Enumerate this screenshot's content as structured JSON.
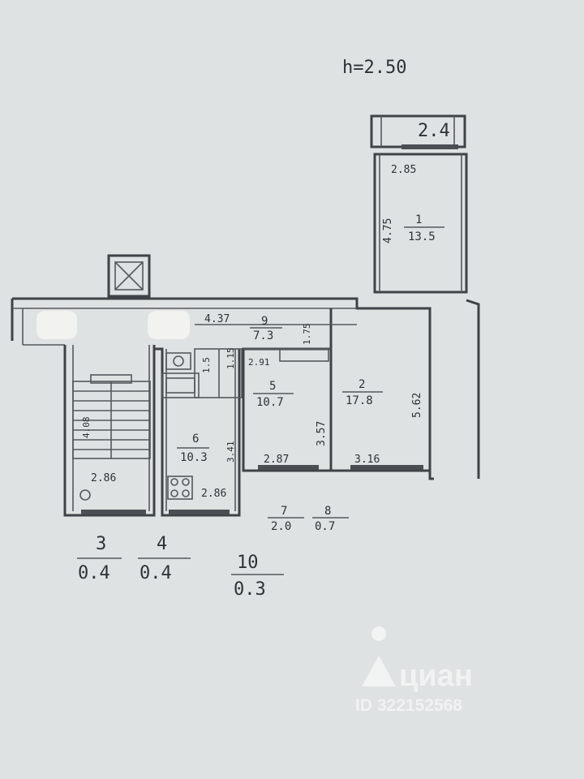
{
  "ceiling_height": "h=2.50",
  "rooms": [
    {
      "id": "balcony",
      "area": "2.4"
    },
    {
      "id": "1",
      "area": "13.5",
      "width": "2.85",
      "length": "4.75"
    },
    {
      "id": "2",
      "area": "17.8",
      "width": "3.16",
      "length": "5.62"
    },
    {
      "id": "5",
      "area": "10.7",
      "width": "2.87",
      "length": "3.57"
    },
    {
      "id": "6",
      "area": "10.3",
      "width": "2.86",
      "length": "3.41"
    },
    {
      "id": "9",
      "area": "7.3"
    },
    {
      "id": "stair",
      "width": "2.86",
      "length": "4.08"
    }
  ],
  "misc_dims": {
    "hall_length": "4.37",
    "bath_depth": "2.91",
    "wc_width": "1.75",
    "bath_small": "1.5",
    "corridor_small": "1.15"
  },
  "outside_rooms": [
    {
      "num": "7",
      "area": "2.0"
    },
    {
      "num": "8",
      "area": "0.7"
    }
  ],
  "bottom_labels": [
    {
      "num": "3",
      "area": "0.4"
    },
    {
      "num": "4",
      "area": "0.4"
    },
    {
      "num": "10",
      "area": "0.3"
    }
  ],
  "watermark": {
    "brand": "циан",
    "id_text": "ID 322152568"
  }
}
